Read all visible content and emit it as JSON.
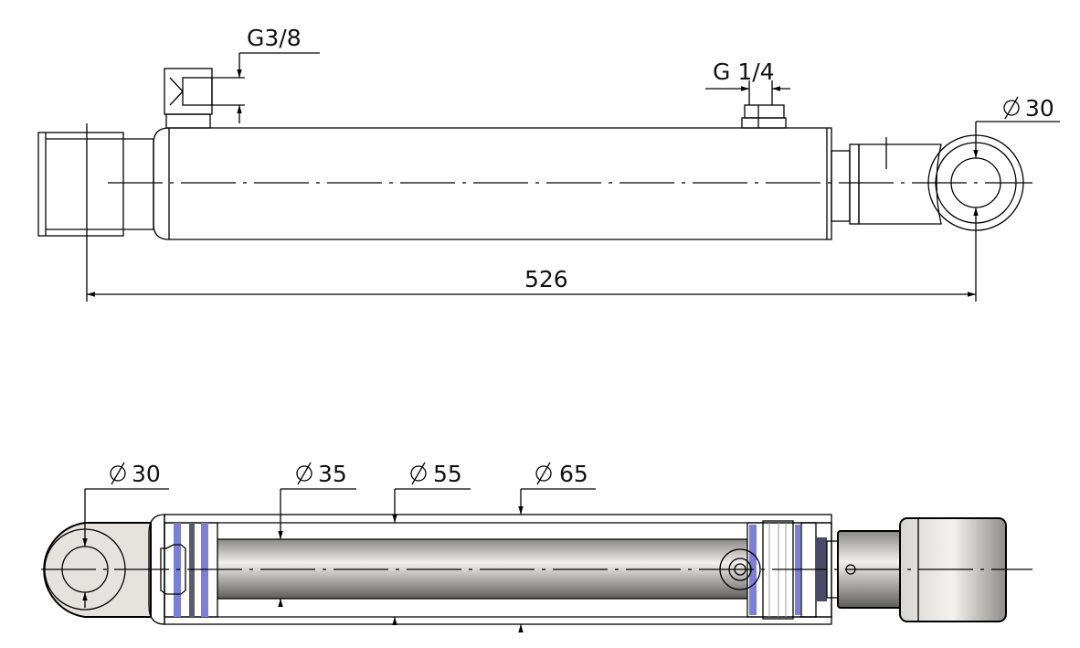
{
  "side_view": {
    "port_left_label": "G3/8",
    "port_right_label": "G 1/4",
    "eye_diameter_label": "30",
    "overall_length_label": "526"
  },
  "section_view": {
    "eye_diameter_label": "30",
    "rod_diameter_label": "35",
    "bore_diameter_label": "55",
    "tube_diameter_label": "65"
  },
  "colors": {
    "seal": "#7b7fd6",
    "steel": "#b8b6b2",
    "line": "#000000"
  }
}
